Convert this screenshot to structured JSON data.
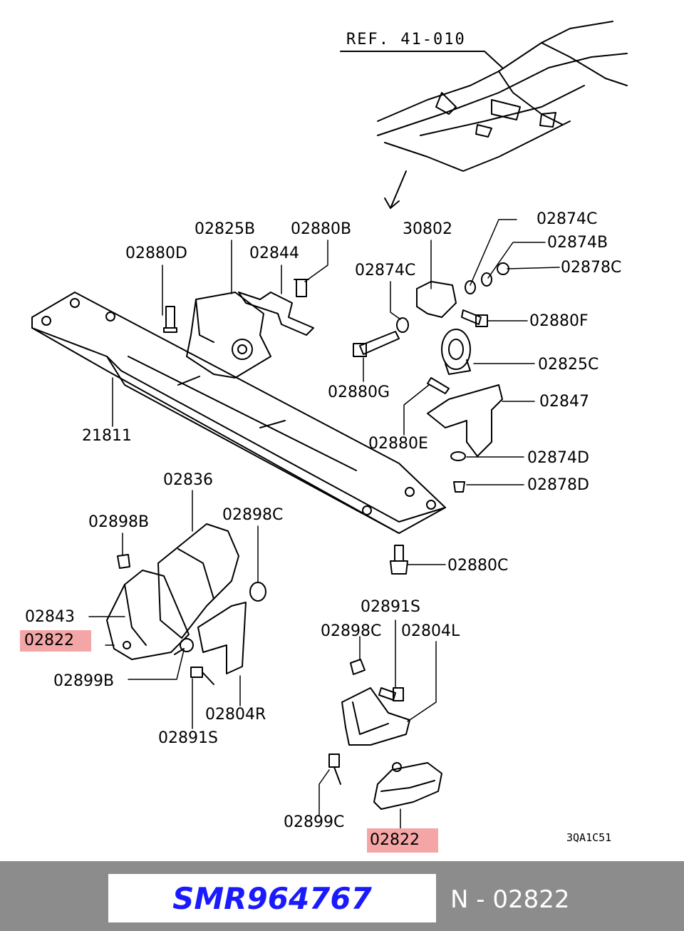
{
  "reference": "REF. 41-010",
  "callouts": {
    "c02825B": "02825B",
    "c02880B": "02880B",
    "c30802": "30802",
    "c02874C_top": "02874C",
    "c02874B": "02874B",
    "c02878C": "02878C",
    "c02880D": "02880D",
    "c02844": "02844",
    "c02874C_mid": "02874C",
    "c02880F": "02880F",
    "c02825C": "02825C",
    "c02880G": "02880G",
    "c02847": "02847",
    "c21811": "21811",
    "c02880E": "02880E",
    "c02874D": "02874D",
    "c02878D": "02878D",
    "c02836": "02836",
    "c02898B": "02898B",
    "c02898C_left": "02898C",
    "c02880C": "02880C",
    "c02891S_right": "02891S",
    "c02843": "02843",
    "c02822_left": "02822",
    "c02898C_right": "02898C",
    "c02804L": "02804L",
    "c02899B": "02899B",
    "c02804R": "02804R",
    "c02891S_left": "02891S",
    "c02899C": "02899C",
    "c02822_bottom": "02822"
  },
  "drawing_code": "3QA1C51",
  "footer": {
    "part_number": "SMR964767",
    "n_label": "N - 02822"
  },
  "colors": {
    "highlight": "#f4a6a6",
    "part_number": "#1a1aff",
    "footer_bg": "#8c8c8c"
  }
}
